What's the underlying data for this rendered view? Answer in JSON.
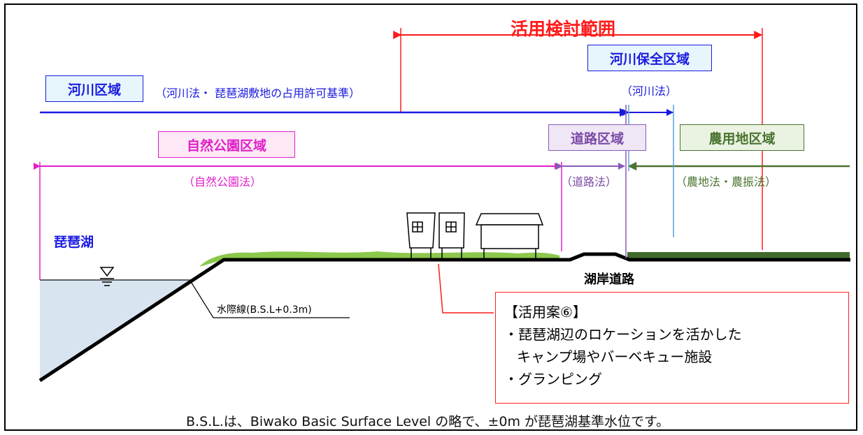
{
  "title": "活用検討範囲",
  "river_zone": {
    "label": "河川区域",
    "law": "（河川法・ 琵琶湖敷地の占用許可基準）"
  },
  "river_conservation": {
    "label": "河川保全区域",
    "law": "（河川法）"
  },
  "natural_park": {
    "label": "自然公園区域",
    "law": "（自然公園法）"
  },
  "road_zone": {
    "label": "道路区域",
    "law": "（道路法）"
  },
  "farm_zone": {
    "label": "農用地区域",
    "law": "（農地法・農振法）"
  },
  "lake_label": "琵琶湖",
  "road_label": "湖岸道路",
  "water_line_label": "水際線(B.S.L+0.3m)",
  "plan": {
    "heading": "【活用案⑥】",
    "line1": "・琵琶湖辺のロケーションを活かした",
    "line2": "キャンプ場やバーベキュー施設",
    "line3": "・グランピング"
  },
  "footnote": "B.S.L.は、Biwako Basic Surface Level の略で、±0m が琵琶湖基準水位です。",
  "colors": {
    "red": "#ff1a1a",
    "blue": "#1a1ae0",
    "magenta": "#e020c8",
    "purple": "#8a5ab8",
    "green": "#4a7330",
    "light_blue": "#5aa0e0",
    "water": "#d8e4ef"
  }
}
